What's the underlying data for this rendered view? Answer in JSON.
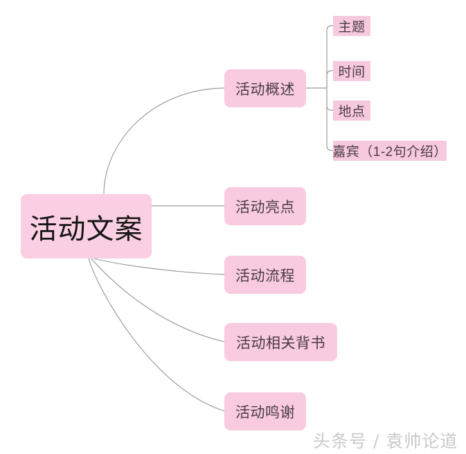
{
  "diagram": {
    "type": "mind-map",
    "root": {
      "label": "活动文案",
      "level": 1
    },
    "branches": [
      {
        "label": "活动概述",
        "level": 2,
        "children": [
          {
            "label": "主题",
            "level": 3
          },
          {
            "label": "时间",
            "level": 3
          },
          {
            "label": "地点",
            "level": 3
          },
          {
            "label": "嘉宾（1-2句介绍）",
            "level": 3
          }
        ]
      },
      {
        "label": "活动亮点",
        "level": 2,
        "children": []
      },
      {
        "label": "活动流程",
        "level": 2,
        "children": []
      },
      {
        "label": "活动相关背书",
        "level": 2,
        "children": []
      },
      {
        "label": "活动鸣谢",
        "level": 2,
        "children": []
      }
    ]
  },
  "watermark": {
    "text": "头条号 / 袁帅论道"
  },
  "colors": {
    "root_fill": "#fbcfe3",
    "level2_fill": "#f8cbe0",
    "level3_fill": "#f6c9de",
    "root_text": "#141414",
    "node_text": "#4a3a46",
    "connector": "#9a9a9a",
    "background": "#ffffff",
    "watermark_text": "#c9c9c9"
  }
}
